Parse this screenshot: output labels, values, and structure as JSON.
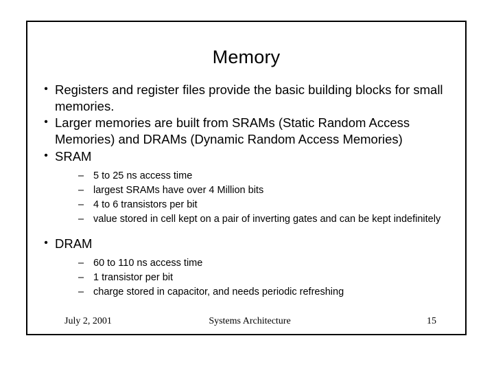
{
  "slide": {
    "title": "Memory",
    "bullets": [
      {
        "level": 1,
        "marker": "•",
        "text": "Registers and register files provide the basic building blocks for small memories."
      },
      {
        "level": 1,
        "marker": "•",
        "text": "Larger memories are built from SRAMs (Static Random Access Memories) and DRAMs (Dynamic Random Access Memories)"
      },
      {
        "level": 1,
        "marker": "•",
        "text": "SRAM"
      },
      {
        "level": 2,
        "marker": "–",
        "text": "5 to 25 ns access time"
      },
      {
        "level": 2,
        "marker": "–",
        "text": "largest SRAMs have over 4 Million bits"
      },
      {
        "level": 2,
        "marker": "–",
        "text": "4 to 6 transistors per bit"
      },
      {
        "level": 2,
        "marker": "–",
        "text": "value stored in cell kept on a pair of inverting gates and can be kept indefinitely"
      },
      {
        "level": 1,
        "marker": "•",
        "text": "DRAM"
      },
      {
        "level": 2,
        "marker": "–",
        "text": "60 to 110 ns access time"
      },
      {
        "level": 2,
        "marker": "–",
        "text": "1 transistor per bit"
      },
      {
        "level": 2,
        "marker": "–",
        "text": "charge stored in capacitor, and needs periodic refreshing"
      }
    ],
    "footer": {
      "date": "July 2, 2001",
      "center": "Systems Architecture",
      "page": "15"
    }
  }
}
